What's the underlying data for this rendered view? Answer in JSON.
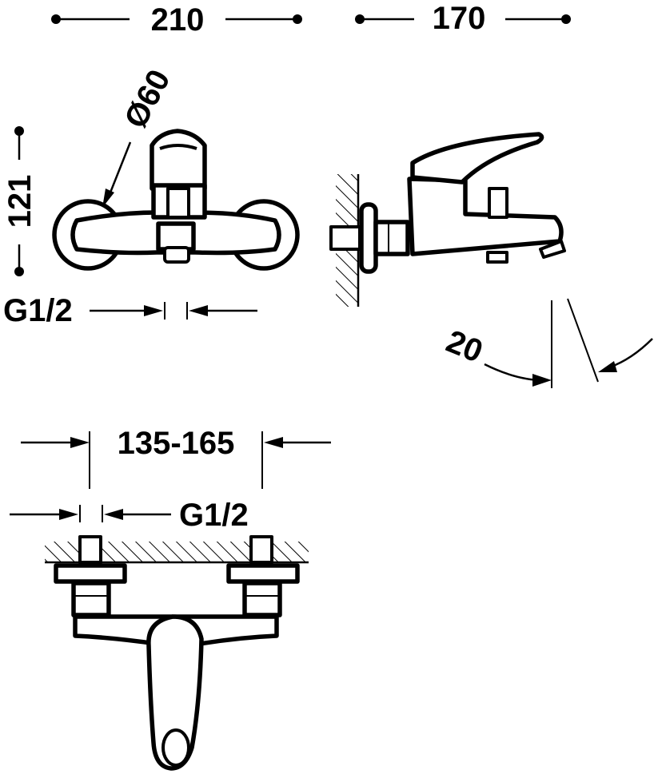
{
  "dimensions": {
    "width_total": "210",
    "depth_total": "170",
    "height_total": "121",
    "diameter": "Ø60",
    "inlet_thread_front": "G1/2",
    "spout_angle": "20",
    "center_distance": "135-165",
    "inlet_thread_top": "G1/2"
  },
  "colors": {
    "ink": "#000000",
    "paper": "#ffffff"
  }
}
